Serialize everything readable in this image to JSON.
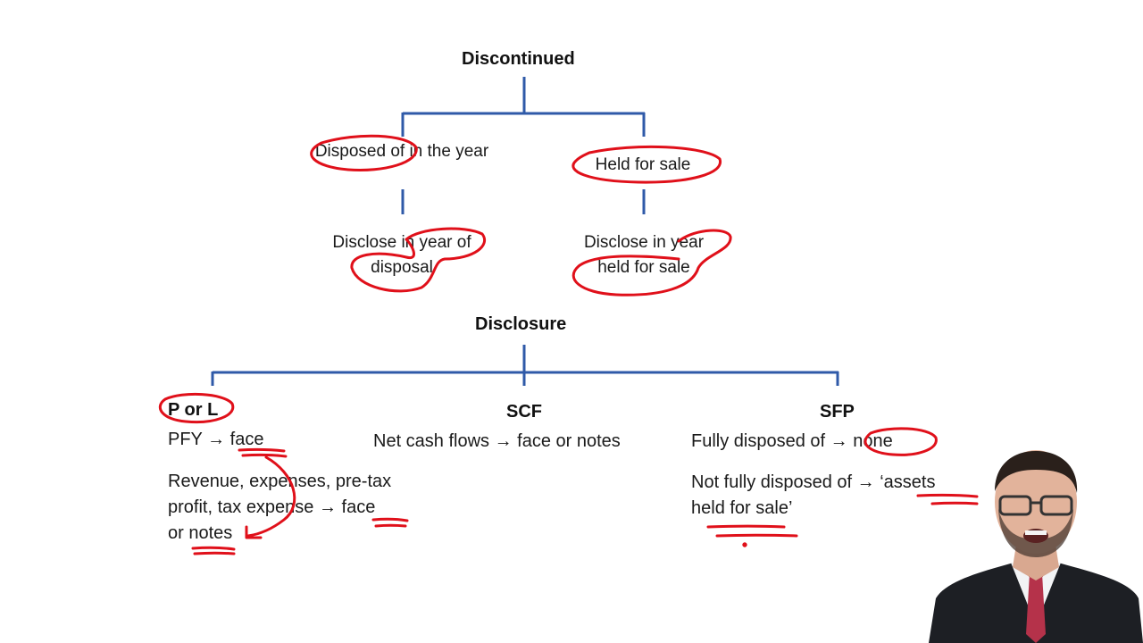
{
  "tree1": {
    "root": "Discontinued",
    "left_branch": "Disposed of in the year",
    "right_branch": "Held for sale",
    "left_leaf_line1": "Disclose in year of",
    "left_leaf_line2": "disposal",
    "right_leaf_line1": "Disclose in year",
    "right_leaf_line2": "held for sale"
  },
  "tree2": {
    "root": "Disclosure",
    "col1": {
      "heading": "P or L",
      "item1_prefix": "PFY →",
      "item1_target": "face",
      "item2_line1": "Revenue, expenses, pre-tax",
      "item2_line2_prefix": "profit, tax expense →",
      "item2_line2_target": "face",
      "item2_line3_prefix": "or",
      "item2_line3_target": "notes"
    },
    "col2": {
      "heading": "SCF",
      "item1": "Net cash flows → face or notes"
    },
    "col3": {
      "heading": "SFP",
      "item1_prefix": "Fully disposed of →",
      "item1_target": "none",
      "item2_line1_prefix": "Not fully disposed of → ‘",
      "item2_line1_target": "assets",
      "item2_line2": "held for sale’"
    }
  },
  "colors": {
    "connector": "#2f5aa8",
    "annotation": "#e0101a",
    "text": "#1a1a1a"
  }
}
